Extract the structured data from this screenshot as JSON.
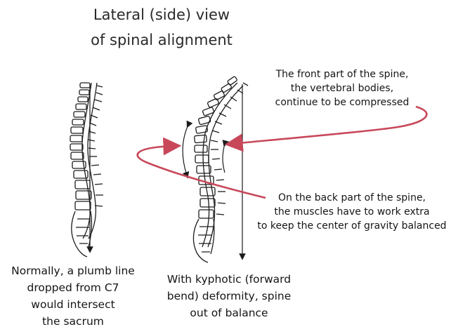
{
  "title": {
    "line1": "Lateral (side) view",
    "line2": "of spinal alignment"
  },
  "annotation_front": {
    "line1": "The front part of the spine,",
    "line2": "the vertebral bodies,",
    "line3": "continue to be compressed"
  },
  "annotation_back": {
    "line1": "On the back part of the spine,",
    "line2": "the muscles have to work extra",
    "line3": "to keep the center of gravity balanced"
  },
  "caption_normal": {
    "line1": "Normally, a plumb line",
    "line2": "dropped from C7",
    "line3": "would intersect",
    "line4": "the sacrum"
  },
  "caption_kyphotic": {
    "line1": "With kyphotic (forward",
    "line2": "bend) deformity, spine",
    "line3": "out of balance"
  },
  "colors": {
    "annotation_arrow": "#c8485a",
    "ink": "#1c1c1c"
  }
}
